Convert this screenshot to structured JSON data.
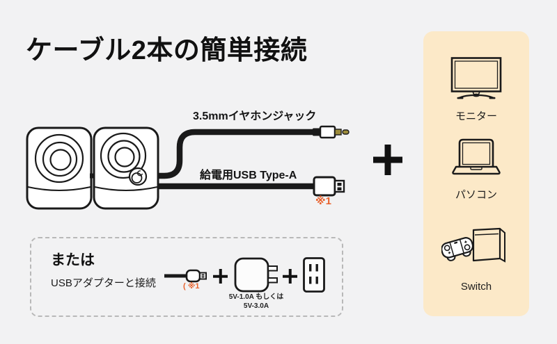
{
  "colors": {
    "background": "#f2f2f3",
    "panel": "#fce9c8",
    "accent_orange": "#e8612c",
    "ink": "#111111"
  },
  "title": "ケーブル2本の簡単接続",
  "connection": {
    "jack_label": "3.5mmイヤホンジャック",
    "usb_label": "給電用USB Type-A",
    "usb_footnote": "※1"
  },
  "devices": {
    "items": [
      {
        "label": "モニター",
        "icon": "monitor-icon"
      },
      {
        "label": "パソコン",
        "icon": "laptop-icon"
      },
      {
        "label": "Switch",
        "icon": "switch-icon"
      }
    ]
  },
  "alt_connection": {
    "heading": "または",
    "subheading": "USBアダプターと接続",
    "cable_footnote": "( ※1",
    "adapter_spec_line1": "5V-1.0A もしくは",
    "adapter_spec_line2": "5V-3.0A"
  },
  "icons": {
    "plus": "plus-icon",
    "speakers": "speakers-illustration",
    "jack_plug": "audio-plug-icon",
    "usb_connector": "usb-a-connector-icon",
    "usb_cable": "usb-cable-icon",
    "power_adapter": "power-adapter-icon",
    "wall_outlet": "wall-outlet-icon"
  }
}
